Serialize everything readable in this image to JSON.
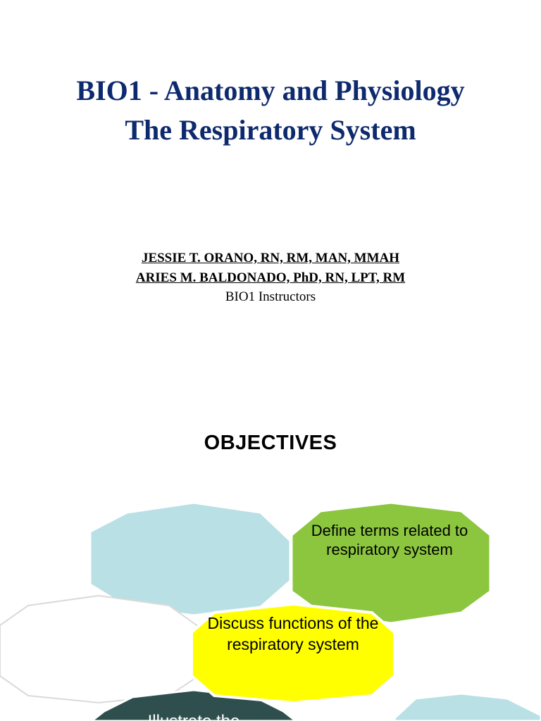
{
  "slide1": {
    "title_line1": "BIO1 - Anatomy and Physiology",
    "title_line2": "The Respiratory System",
    "author1": "JESSIE T. ORANO, RN, RM, MAN, MMAH",
    "author2": "ARIES M. BALDONADO, PhD, RN, LPT, RM",
    "author_role": "BIO1 Instructors"
  },
  "slide2": {
    "heading": "OBJECTIVES",
    "objectives": [
      "Define terms related to respiratory system",
      "Discuss functions of the respiratory system",
      "Illustrate the"
    ]
  },
  "colors": {
    "title": "#0e2a6e",
    "hex_blue": "#b9e0e5",
    "hex_green": "#8cc63f",
    "hex_yellow": "#ffff00",
    "hex_dark": "#2f4f4f"
  }
}
